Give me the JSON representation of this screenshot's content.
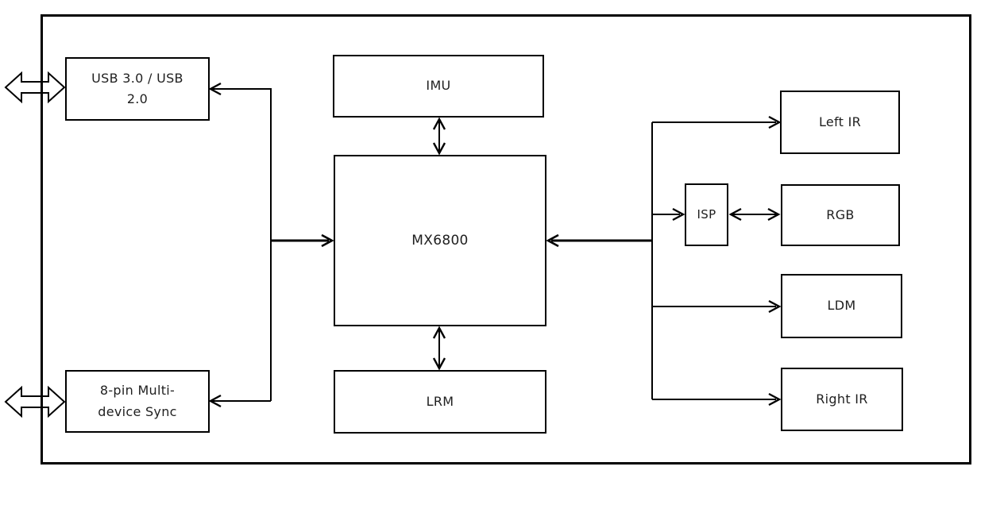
{
  "canvas": {
    "background_color": "#ffffff",
    "line_color": "#000000",
    "text_color": "#1f1f1f"
  },
  "blocks": {
    "usb": {
      "label": "USB 3.0 / USB\n2.0"
    },
    "sync": {
      "label": "8-pin Multi-\ndevice Sync"
    },
    "imu": {
      "label": "IMU"
    },
    "mx6800": {
      "label": "MX6800"
    },
    "lrm": {
      "label": "LRM"
    },
    "left_ir": {
      "label": "Left IR"
    },
    "isp": {
      "label": "ISP"
    },
    "rgb": {
      "label": "RGB"
    },
    "ldm": {
      "label": "LDM"
    },
    "right_ir": {
      "label": "Right IR"
    }
  }
}
